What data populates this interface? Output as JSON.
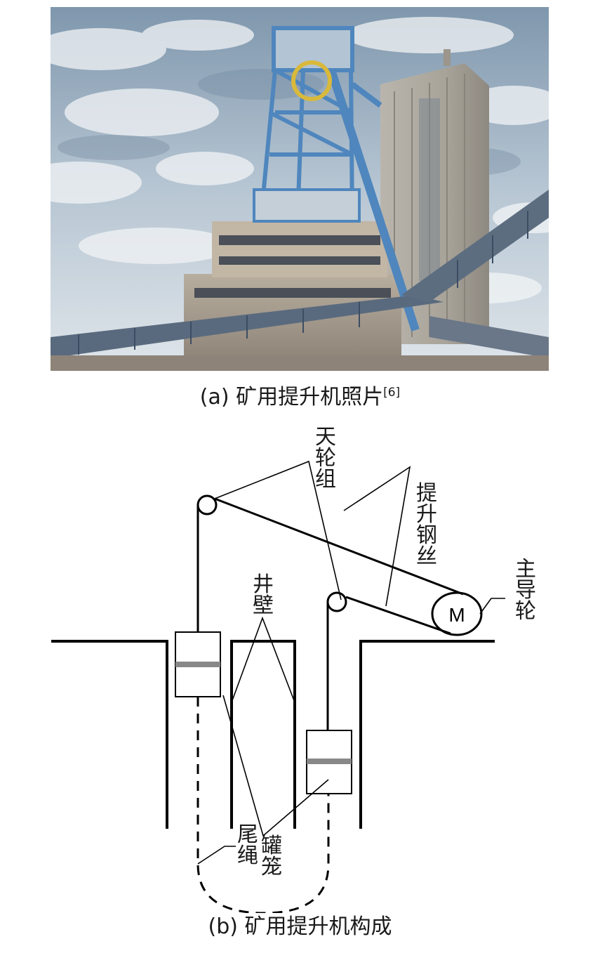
{
  "caption_a": {
    "prefix": "(a) ",
    "text": "矿用提升机照片",
    "citation": "[6]"
  },
  "caption_b": {
    "text": "(b) 矿用提升机构成"
  },
  "diagram_labels": {
    "sheave_group": "天轮组",
    "hoisting_rope": "提升钢丝",
    "main_sheave": "主导轮",
    "motor": "M",
    "shaft_wall": "井壁",
    "tail_rope": "尾绳",
    "cage": "罐笼"
  },
  "colors": {
    "sky": "#9fb4c8",
    "headframe": "#4f86bd",
    "concrete": "#a9a49c",
    "line": "#000000",
    "cage_band": "#888888"
  }
}
